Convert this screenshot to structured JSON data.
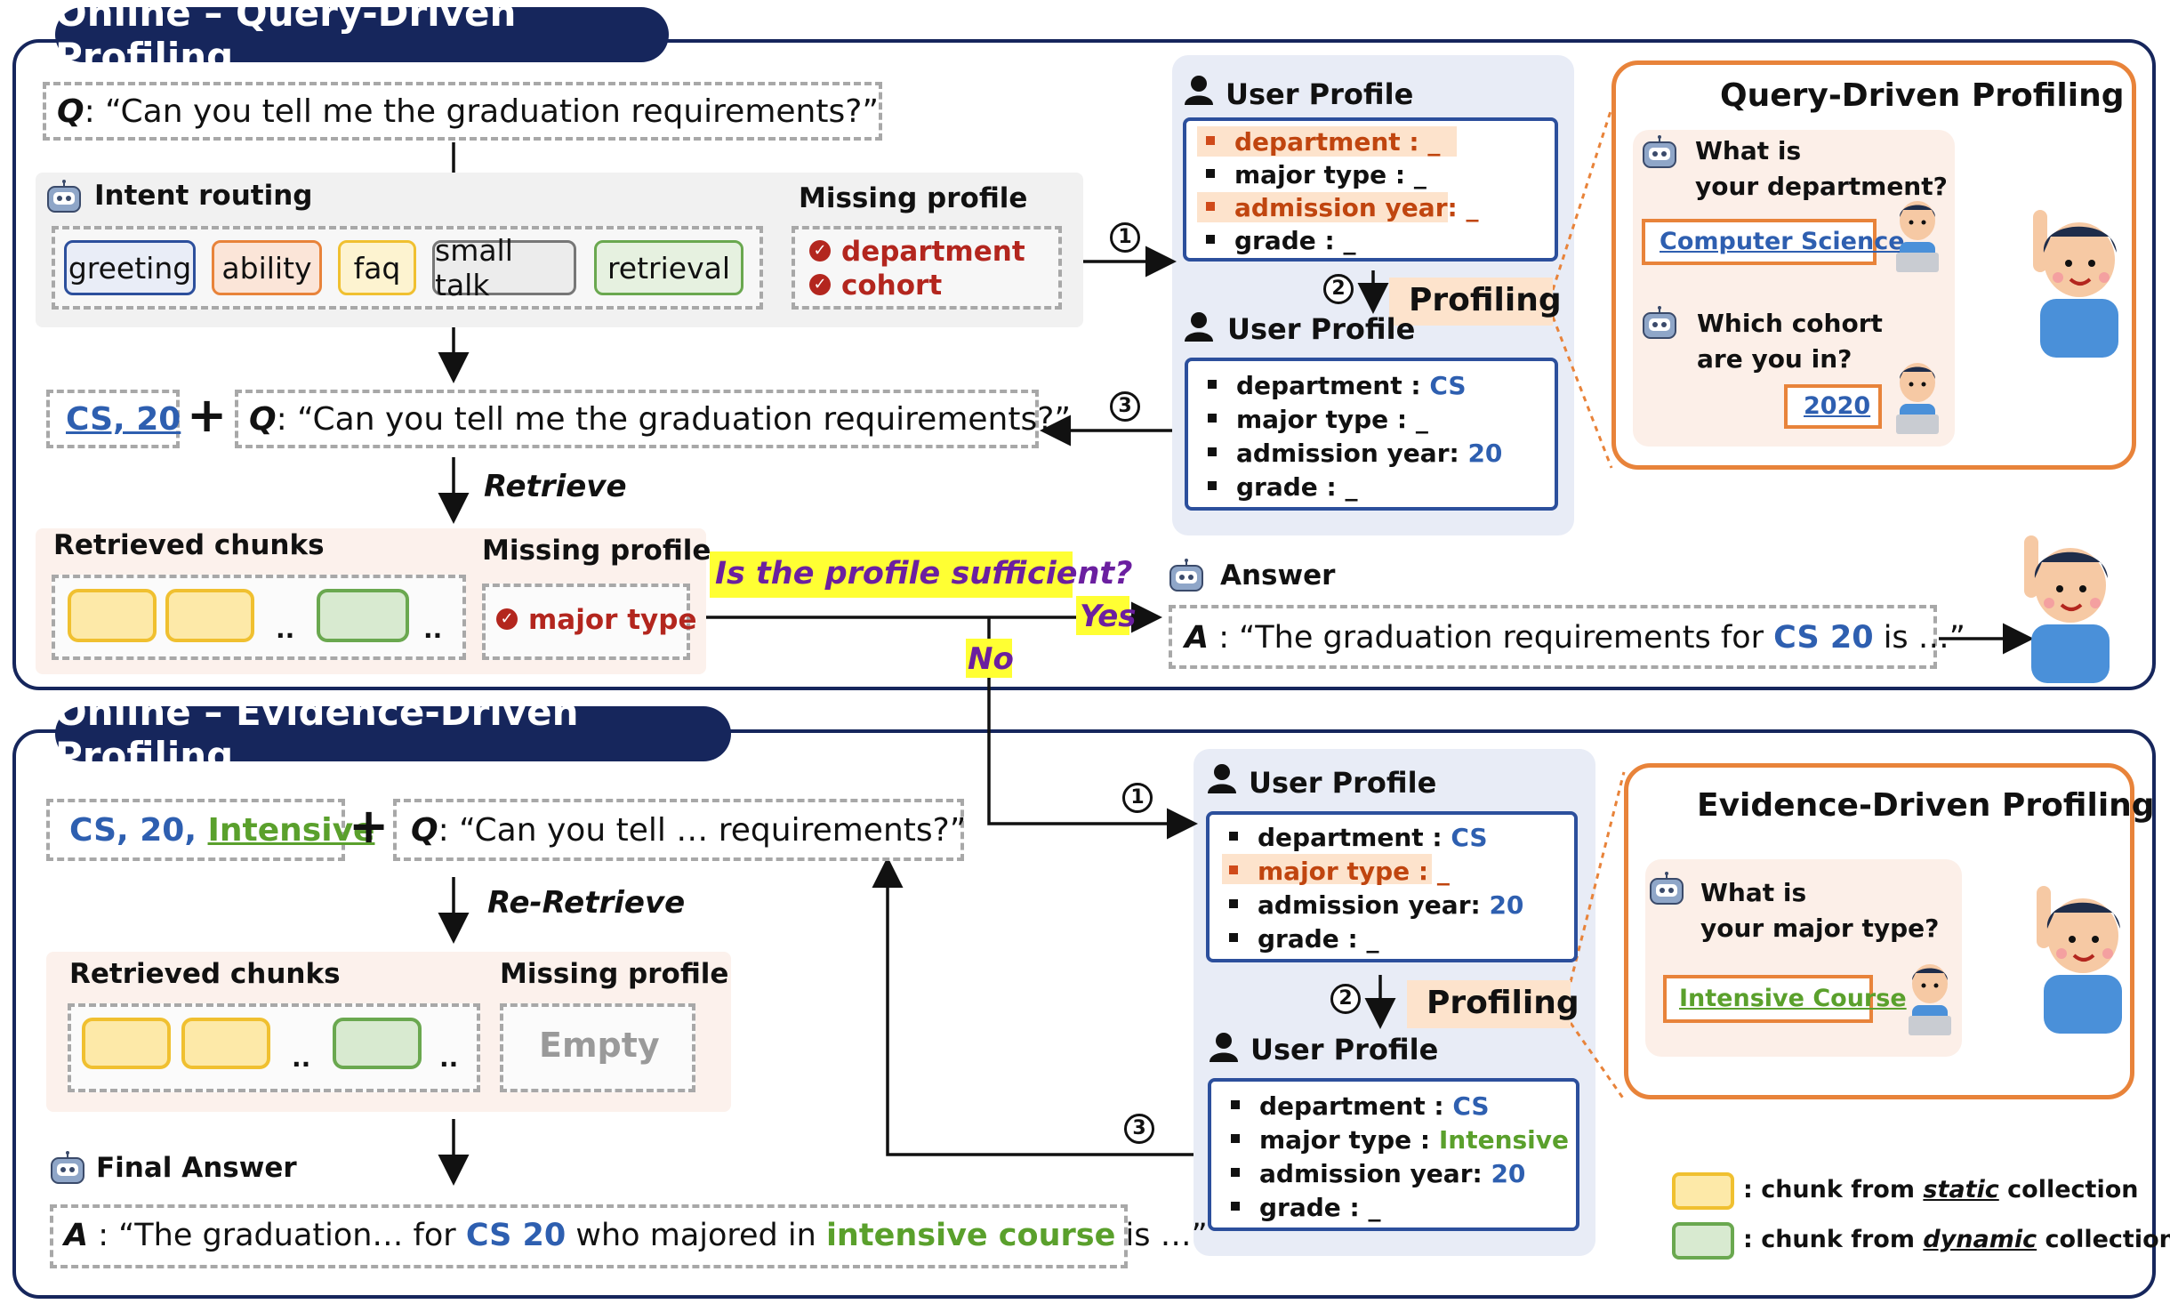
{
  "top": {
    "title": "Online – Query-Driven Profiling",
    "query_prefix": "Q",
    "query_text": ": “Can you tell me the graduation requirements?”",
    "intent_routing_label": "Intent routing",
    "intents": [
      "greeting",
      "ability",
      "faq",
      "small talk",
      "retrieval"
    ],
    "missing_profile_label": "Missing profile",
    "missing_items": [
      "department",
      "cohort"
    ],
    "profile_tag": "CS, 20",
    "plus": "+",
    "query_text_2": ": “Can you tell me the graduation requirements?”",
    "retrieve_label": "Retrieve",
    "retrieved_chunks_label": "Retrieved chunks",
    "dots": "..",
    "missing_profile_label_2": "Missing profile",
    "missing_item_2": "major type",
    "sufficient_question": "Is the profile sufficient?",
    "yes": "Yes",
    "no": "No",
    "answer_label": "Answer",
    "answer_prefix": "A",
    "answer_text_1": " : “The graduation requirements for ",
    "answer_highlight": "CS 20",
    "answer_text_2": " is …”",
    "user_profile_label": "User Profile",
    "profile_before": [
      {
        "key": "department : _",
        "highlight": true
      },
      {
        "key": "major type : _",
        "highlight": false
      },
      {
        "key": "admission year: _",
        "highlight": true
      },
      {
        "key": "grade : _",
        "highlight": false
      }
    ],
    "profiling_label": "Profiling",
    "profile_after": [
      {
        "key": "department",
        "sep": " : ",
        "value": "CS"
      },
      {
        "key": "major type : _",
        "sep": "",
        "value": ""
      },
      {
        "key": "admission year:",
        "sep": " ",
        "value": "20"
      },
      {
        "key": "grade : _",
        "sep": "",
        "value": ""
      }
    ],
    "panel_title": "Query-Driven Profiling",
    "q1": [
      "What is",
      "your department?"
    ],
    "a1": "Computer Science",
    "q2": [
      "Which cohort",
      "are you in?"
    ],
    "a2": "2020",
    "steps": [
      "1",
      "2",
      "3"
    ]
  },
  "bottom": {
    "title": "Online – Evidence-Driven Profiling",
    "profile_tag_a": "CS, 20, ",
    "profile_tag_b": "Intensive",
    "plus": "+",
    "query_prefix": "Q",
    "query_text": ": “Can you tell … requirements?”",
    "reretrieve_label": "Re-Retrieve",
    "retrieved_chunks_label": "Retrieved chunks",
    "dots": "..",
    "missing_profile_label": "Missing profile",
    "empty": "Empty",
    "final_answer_label": "Final Answer",
    "answer_prefix": "A",
    "answer_text_1": " : “The graduation… for ",
    "answer_highlight_1": "CS 20",
    "answer_text_2": " who majored in ",
    "answer_highlight_2": "intensive course",
    "answer_text_3": " is …”",
    "user_profile_label": "User Profile",
    "profile_before": [
      {
        "key": "department",
        "sep": " : ",
        "value": "CS",
        "highlight": false
      },
      {
        "key": "major type : _",
        "sep": "",
        "value": "",
        "highlight": true
      },
      {
        "key": "admission year:",
        "sep": " ",
        "value": "20",
        "highlight": false
      },
      {
        "key": "grade : _",
        "sep": "",
        "value": "",
        "highlight": false
      }
    ],
    "profiling_label": "Profiling",
    "profile_after": [
      {
        "key": "department",
        "sep": " : ",
        "value": "CS",
        "color": "blue"
      },
      {
        "key": "major type",
        "sep": " : ",
        "value": "Intensive",
        "color": "green"
      },
      {
        "key": "admission year:",
        "sep": " ",
        "value": "20",
        "color": "blue"
      },
      {
        "key": "grade : _",
        "sep": "",
        "value": "",
        "color": ""
      }
    ],
    "panel_title": "Evidence-Driven Profiling",
    "q1": [
      "What is",
      "your major type?"
    ],
    "a1": "Intensive Course",
    "steps": [
      "1",
      "2",
      "3"
    ]
  },
  "legend": {
    "static_a": ": chunk from ",
    "static_b": "static",
    "static_c": " collection",
    "dynamic_a": ": chunk from ",
    "dynamic_b": "dynamic",
    "dynamic_c": " collection"
  },
  "colors": {
    "navy": "#16265c",
    "profile_blue": "#2c4f9c",
    "panel_orange": "#e8833a",
    "cs_blue": "#2e5fb0",
    "intensive_green": "#5aa02c",
    "missing_orange": "#c0450f"
  }
}
